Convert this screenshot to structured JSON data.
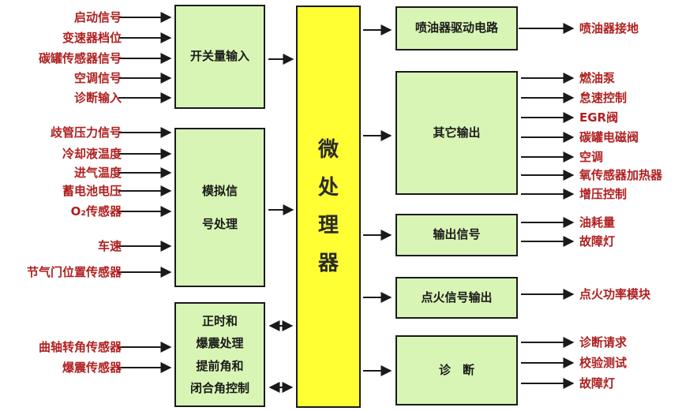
{
  "colors": {
    "box_fill": "#d8f5b5",
    "cpu_fill": "#ffff33",
    "label_text": "#b02020",
    "line": "#1a1a1a"
  },
  "inputs": {
    "switch_signals": [
      "启动信号",
      "变速器档位",
      "碳罐传感器信号",
      "空调信号",
      "诊断输入"
    ],
    "analog_signals": [
      "歧管压力信号",
      "冷却液温度",
      "进气温度",
      "蓄电池电压",
      "O₂传感器",
      "车速",
      "节气门位置传感器"
    ],
    "timing_signals": [
      "曲轴转角传感器",
      "爆震传感器"
    ]
  },
  "blocks": {
    "switch_input": "开关量输入",
    "analog_line1": "模拟信",
    "analog_line2": "号处理",
    "timing_line1": "正时和",
    "timing_line2": "爆震处理",
    "timing_line3": "提前角和",
    "timing_line4": "闭合角控制",
    "cpu_chars": [
      "微",
      "处",
      "理",
      "器"
    ],
    "injector_driver": "喷油器驱动电路",
    "other_output": "其它输出",
    "output_signal": "输出信号",
    "ignition_output": "点火信号输出",
    "diagnosis": "诊　断"
  },
  "outputs": {
    "injector": [
      "喷油器接地"
    ],
    "other": [
      "燃油泵",
      "怠速控制",
      "EGR阀",
      "碳罐电磁阀",
      "空调",
      "氧传感器加热器",
      "增压控制"
    ],
    "signal": [
      "油耗量",
      "故障灯"
    ],
    "ignition": [
      "点火功率模块"
    ],
    "diagnosis": [
      "诊断请求",
      "校验测试",
      "故障灯"
    ]
  }
}
